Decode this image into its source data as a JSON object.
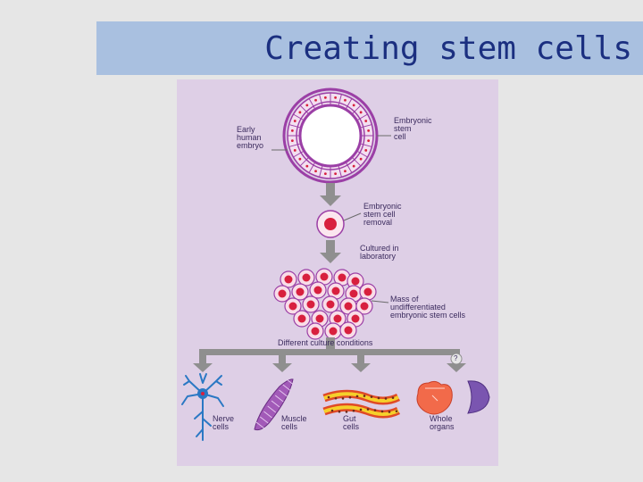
{
  "slide": {
    "title": "Creating stem cells"
  },
  "diagram": {
    "labels": {
      "early_embryo": [
        "Early",
        "human",
        "embryo"
      ],
      "embryonic_stem_cell": [
        "Embryonic",
        "stem",
        "cell"
      ],
      "stem_cell_removal": [
        "Embryonic",
        "stem cell",
        "removal"
      ],
      "cultured": [
        "Cultured in",
        "laboratory"
      ],
      "mass": [
        "Mass of",
        "undifferentiated",
        "embryonic stem cells"
      ],
      "conditions": "Different culture conditions",
      "question_mark": "?",
      "nerve": [
        "Nerve",
        "cells"
      ],
      "muscle": [
        "Muscle",
        "cells"
      ],
      "gut": [
        "Gut",
        "cells"
      ],
      "organs": [
        "Whole",
        "organs"
      ]
    },
    "colors": {
      "background": "#decfe6",
      "embryo_ring": "#9b3fa6",
      "nucleus": "#d8203e",
      "arrow": "#8f8f8f",
      "nerve": "#2a78c4",
      "muscle": "#a25ab8",
      "gut": "#e04a26",
      "organ": "#e8563a",
      "organ_purple": "#7a55b0",
      "text": "#3b2b5e",
      "title": "#1b2f80",
      "title_bar": "#a9c0e0"
    }
  }
}
